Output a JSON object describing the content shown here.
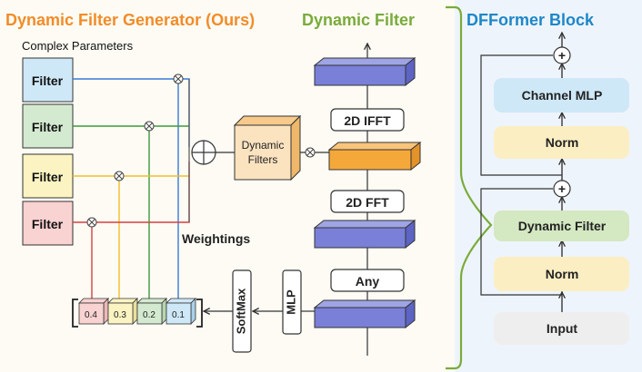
{
  "titles": {
    "generator": "Dynamic Filter Generator (Ours)",
    "dynamic_filter": "Dynamic Filter",
    "dfformer_block": "DFFormer Block"
  },
  "generator": {
    "complex_parameters_label": "Complex Parameters",
    "filter_label": "Filter",
    "dynamic_filters_line1": "Dynamic",
    "dynamic_filters_line2": "Filters",
    "weightings_label": "Weightings",
    "softmax_label": "SoftMax",
    "mlp_label": "MLP",
    "weights": [
      "0.4",
      "0.3",
      "0.2",
      "0.1"
    ]
  },
  "dynamic_filter": {
    "ifft_label": "2D IFFT",
    "fft_label": "2D FFT",
    "any_label": "Any"
  },
  "block": {
    "channel_mlp": "Channel MLP",
    "norm_top": "Norm",
    "dynamic_filter": "Dynamic Filter",
    "norm_bottom": "Norm",
    "input": "Input",
    "plus_symbol": "+"
  },
  "colors": {
    "generator_title": "#f28c28",
    "dynamic_filter_title": "#7aab3a",
    "dfformer_title": "#1d87c8",
    "filter_blue": "#cfe8f8",
    "filter_green": "#d4ead0",
    "filter_yellow": "#fbf4c2",
    "filter_pink": "#f9d2d2",
    "line_blue": "#3a7ad6",
    "line_green": "#3c9a3c",
    "line_yellow": "#f2bf2a",
    "line_red": "#d64040",
    "tensor_blue": "#7a80d8",
    "tensor_orange": "#f5a83a",
    "dynamic_filters_box": "#fbe3c0",
    "channel_mlp_box": "#cfe8f8",
    "norm_box": "#fbeec2",
    "dynamic_filter_box": "#d4e8c2",
    "input_box": "#eeeeee",
    "bracket_green": "#7aab3a"
  }
}
